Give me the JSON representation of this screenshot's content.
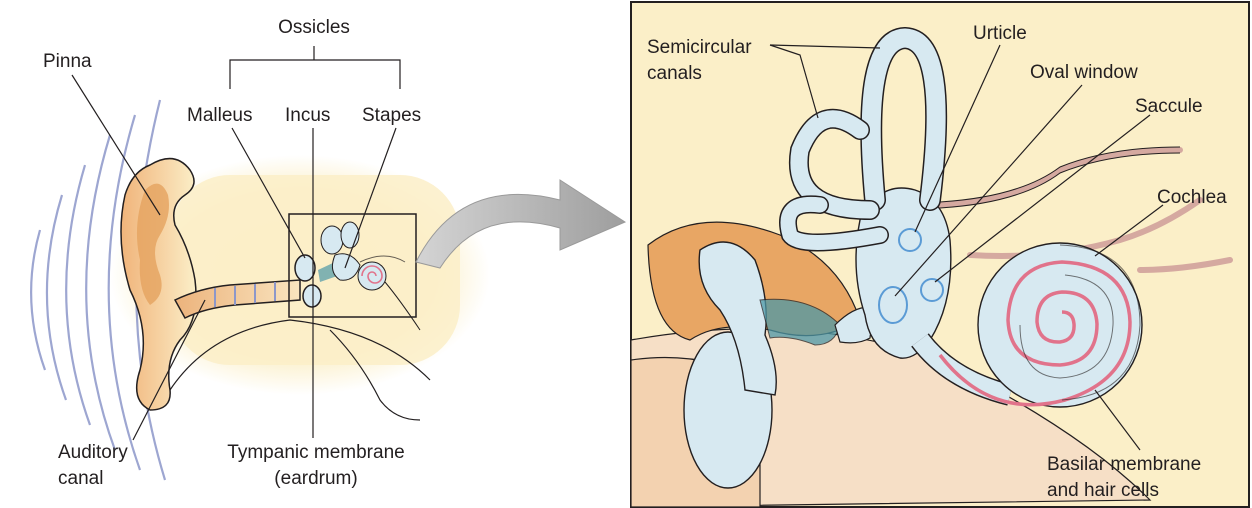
{
  "labels": {
    "ossicles": "Ossicles",
    "pinna": "Pinna",
    "malleus": "Malleus",
    "incus": "Incus",
    "stapes": "Stapes",
    "auditory_canal": [
      "Auditory",
      "canal"
    ],
    "tympanic_membrane": [
      "Tympanic membrane",
      "(eardrum)"
    ],
    "semicircular_canals": [
      "Semicircular",
      "canals"
    ],
    "urticle": "Urticle",
    "oval_window": "Oval window",
    "saccule": "Saccule",
    "cochlea": "Cochlea",
    "basilar_membrane": [
      "Basilar membrane",
      "and hair cells"
    ]
  },
  "colors": {
    "skin_background": "#fbefc8",
    "outer_ear": "#f4c591",
    "outer_ear_dark": "#e5a25f",
    "labyrinth": "#d7e9f1",
    "labyrinth_dark": "#4d98a6",
    "sound_waves": "#8d97c9",
    "basilar_pink": "#e1738b",
    "tissue": "#f6dfc6",
    "arrow": "#bfbfbf"
  }
}
